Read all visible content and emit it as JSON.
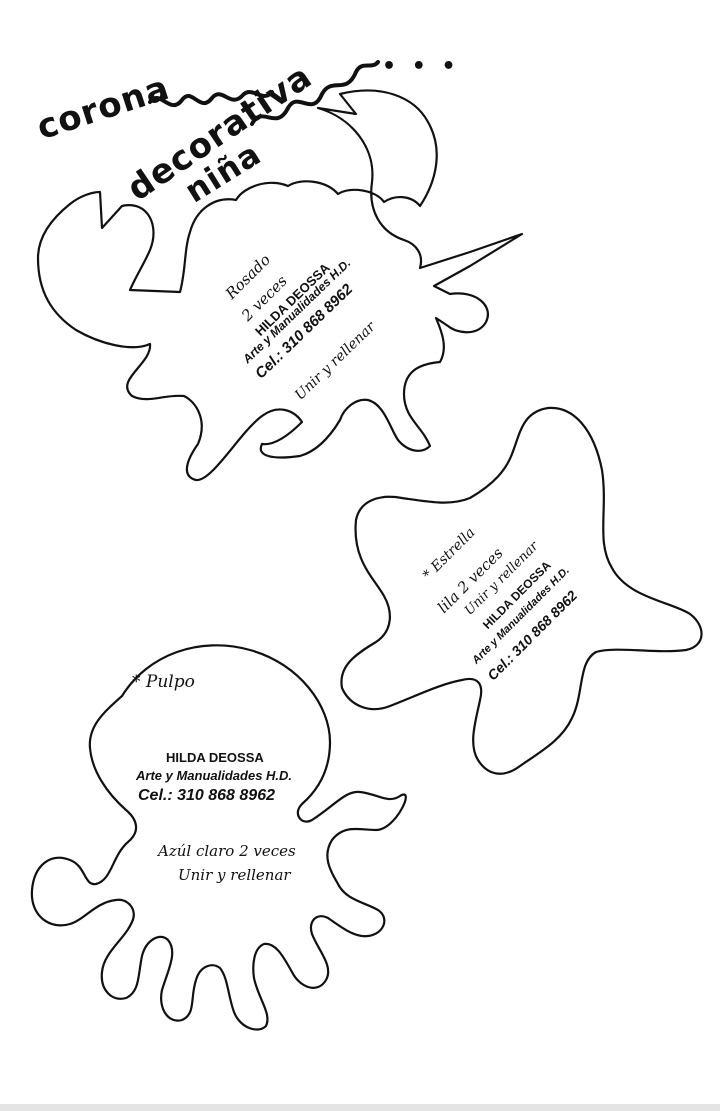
{
  "title": {
    "line1": "corona",
    "line2": "decorativa",
    "line3": "niña",
    "ellipsis": "• • •"
  },
  "crab": {
    "note_color": "Rosado",
    "note_times": "2 veces",
    "brand": "HILDA DEOSSA",
    "subtitle": "Arte y Manualidades H.D.",
    "phone": "Cel.: 310 868 8962",
    "instruction": "Unir y rellenar"
  },
  "starfish": {
    "name": "* Estrella",
    "note": "lila 2 veces",
    "instruction": "Unir y rellenar",
    "brand": "HILDA DEOSSA",
    "subtitle": "Arte y Manualidades H.D.",
    "phone": "Cel.: 310 868 8962"
  },
  "octopus": {
    "name": "* Pulpo",
    "brand": "HILDA DEOSSA",
    "subtitle": "Arte y Manualidades H.D.",
    "phone": "Cel.: 310 868 8962",
    "note": "Azúl claro 2 veces",
    "instruction": "Unir y rellenar"
  }
}
